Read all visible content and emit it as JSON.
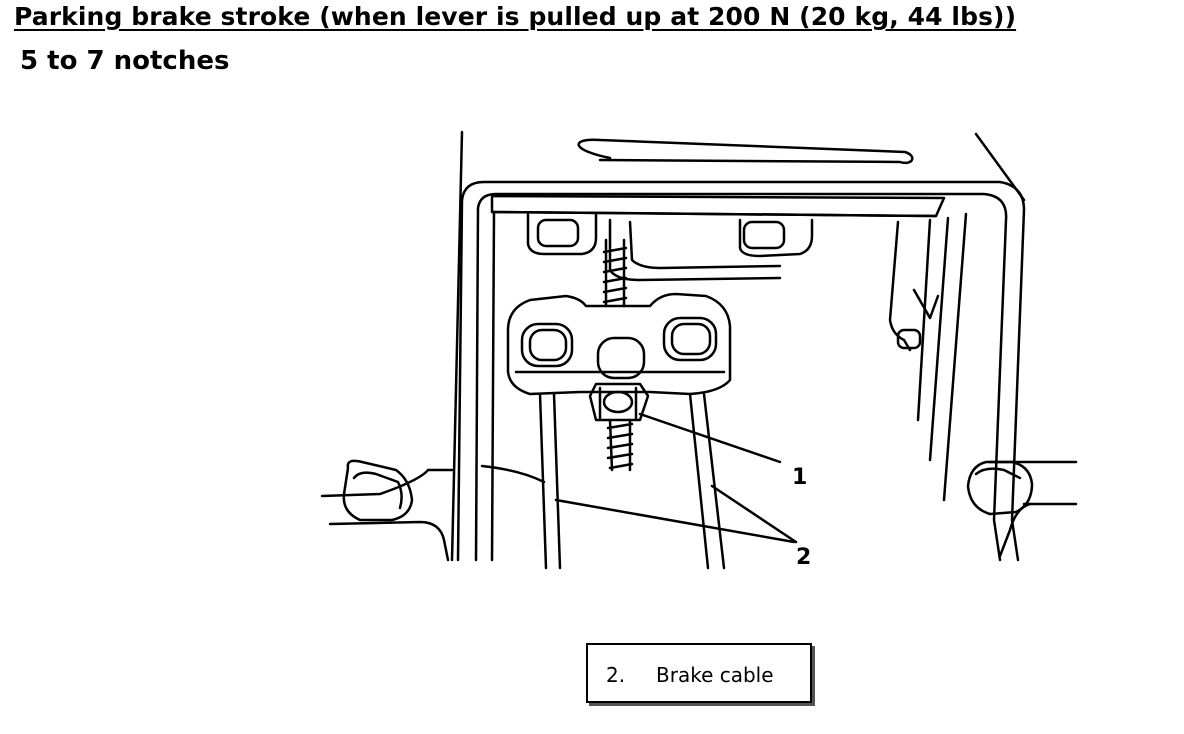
{
  "heading": "Parking brake stroke (when lever is pulled up at 200 N (20 kg, 44 lbs))",
  "spec": "5 to 7 notches",
  "callouts": {
    "one": "1",
    "two": "2"
  },
  "legend": {
    "number": "2.",
    "text": "Brake cable"
  }
}
